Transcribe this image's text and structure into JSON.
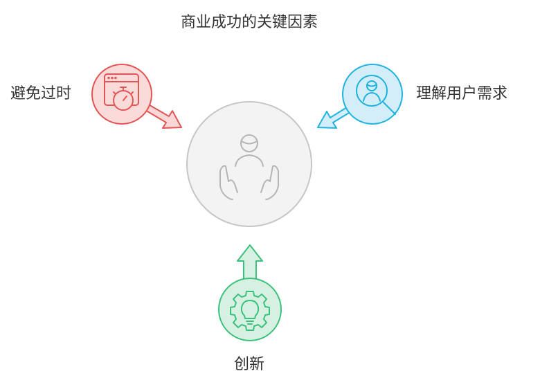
{
  "title": "商业成功的关键因素",
  "factors": {
    "avoid_obsolescence": {
      "label": "避免过时",
      "color": "#e15554",
      "icon": "stopwatch-browser-icon"
    },
    "understand_needs": {
      "label": "理解用户需求",
      "color": "#1fb3dd",
      "icon": "user-search-icon"
    },
    "innovation": {
      "label": "创新",
      "color": "#3cc07d",
      "icon": "gear-lightbulb-icon"
    }
  },
  "center": {
    "icon": "hands-person-icon",
    "color": "#c9c9c9"
  }
}
